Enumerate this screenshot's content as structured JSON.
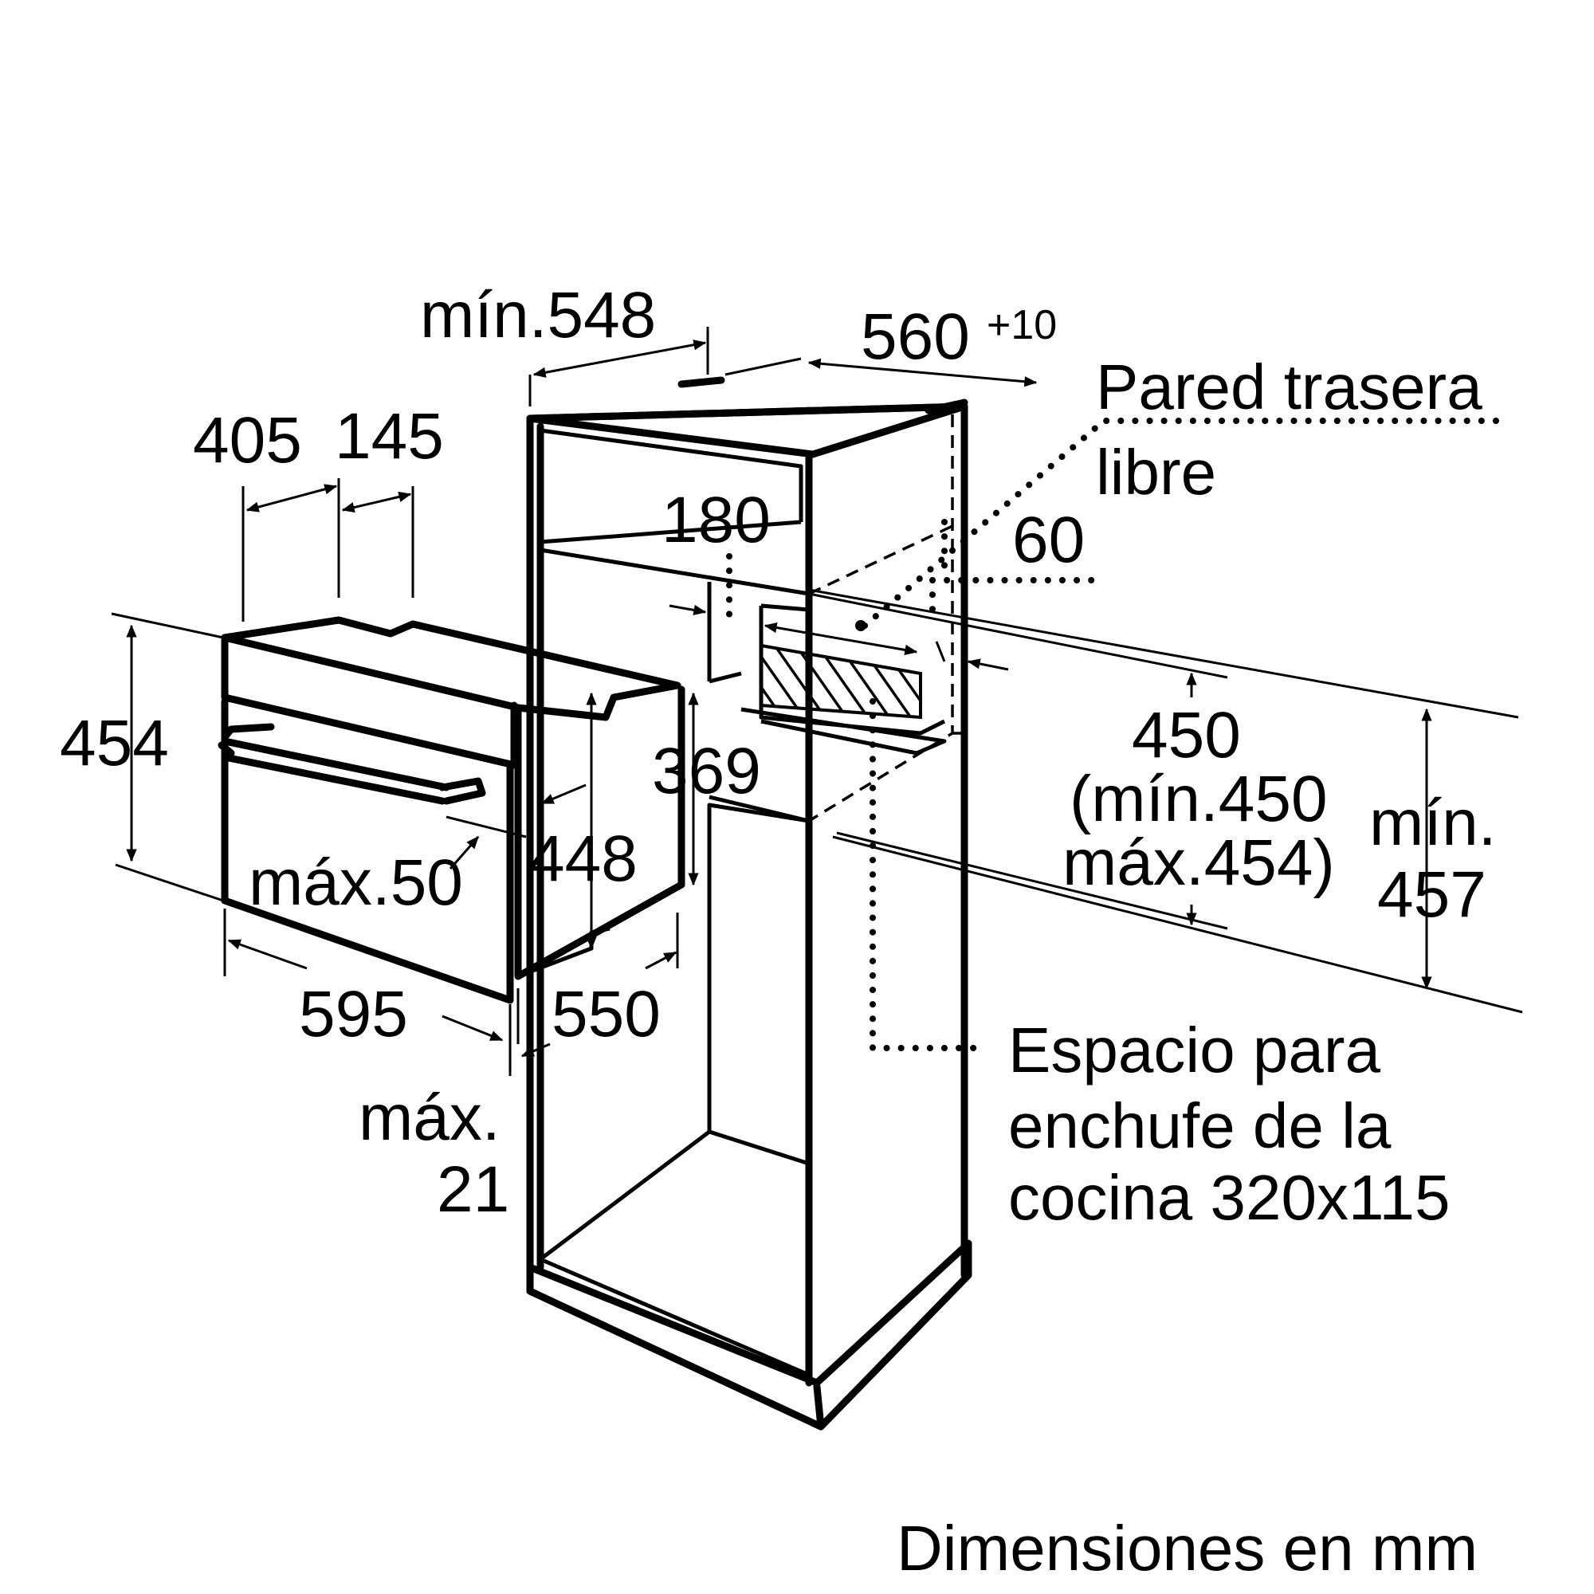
{
  "dimensions": {
    "min_548": "mín.548",
    "w560": "560",
    "w560_tol": "+10",
    "d405": "405",
    "d145": "145",
    "d180": "180",
    "d60": "60",
    "h454": "454",
    "h369": "369",
    "h448": "448",
    "max50": "máx.50",
    "h450": "450",
    "h450_range_1": "(mín.450",
    "h450_range_2": "máx.454)",
    "min457_1": "mín.",
    "min457_2": "457",
    "w595": "595",
    "d550": "550",
    "max21_1": "máx.",
    "max21_2": "21"
  },
  "notes": {
    "rear_wall_1": "Pared trasera",
    "rear_wall_2": "libre",
    "socket_1": "Espacio para",
    "socket_2": "enchufe de la",
    "socket_3": "cocina 320x115"
  },
  "footer": {
    "units": "Dimensiones en mm"
  }
}
